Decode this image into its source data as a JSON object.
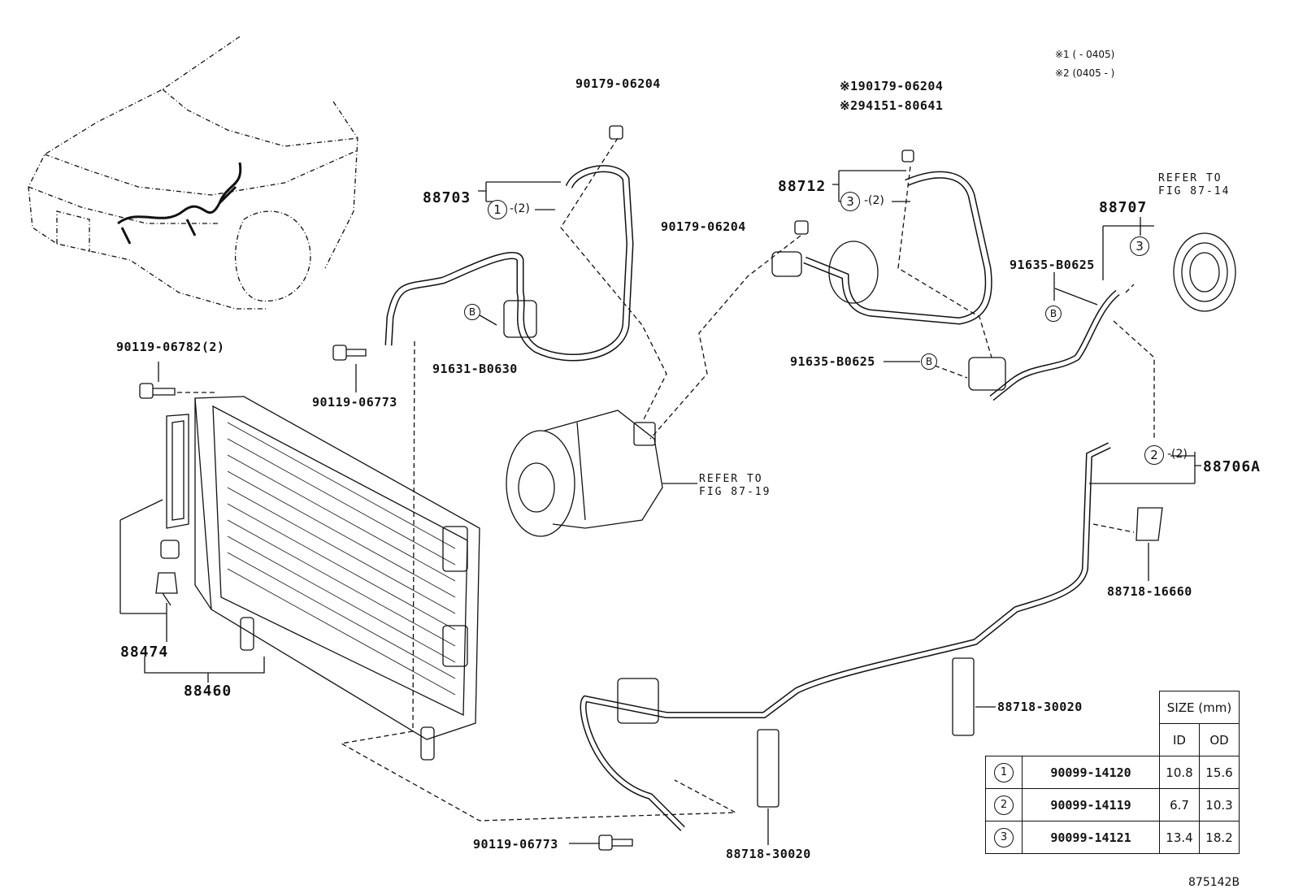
{
  "notes": {
    "line1": "※1 (    - 0405)",
    "line2": "※2 (0405 -    )"
  },
  "labels": {
    "p88703": "88703",
    "p90179_top": "90179-06204",
    "p90179_mid": "90179-06204",
    "p88712": "88712",
    "p88712_n1": "※190179-06204",
    "p88712_n2": "※294151-80641",
    "p88707": "88707",
    "p91635_a": "91635-B0625",
    "p91635_b": "91635-B0625",
    "p91631": "91631-B0630",
    "p90119_06782": "90119-06782(2)",
    "p90119_06773_a": "90119-06773",
    "p90119_06773_b": "90119-06773",
    "p88474": "88474",
    "p88460": "88460",
    "p88706a": "88706A",
    "p88718_16660": "88718-16660",
    "p88718_30020_a": "88718-30020",
    "p88718_30020_b": "88718-30020",
    "refer_comp_1": "REFER TO",
    "refer_comp_2": "FIG 87-19",
    "refer_clutch_1": "REFER TO",
    "refer_clutch_2": "FIG 87-14",
    "qty2_a": "-(2)",
    "qty2_b": "-(2)",
    "qty2_c": "-(2)",
    "badge1": "1",
    "badge2": "2",
    "badge3a": "3",
    "badge3b": "3",
    "badgeB1": "B",
    "badgeB2": "B",
    "badgeB3": "B"
  },
  "size_table": {
    "title": "SIZE (mm)",
    "col_id": "ID",
    "col_od": "OD",
    "rows": [
      {
        "idx": "1",
        "part": "90099-14120",
        "id": "10.8",
        "od": "15.6"
      },
      {
        "idx": "2",
        "part": "90099-14119",
        "id": "6.7",
        "od": "10.3"
      },
      {
        "idx": "3",
        "part": "90099-14121",
        "id": "13.4",
        "od": "18.2"
      }
    ]
  },
  "figure_code": "875142B"
}
